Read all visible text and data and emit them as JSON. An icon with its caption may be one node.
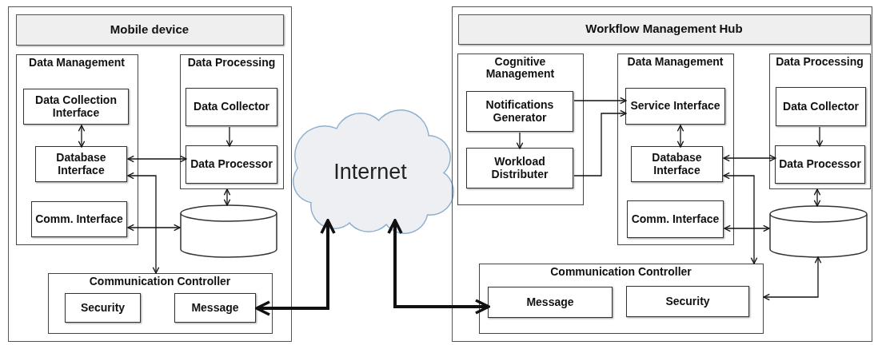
{
  "diagram": {
    "nodes": [
      {
        "text": [],
        "shape": "box"
      },
      {
        "text": [
          "Mobile device"
        ],
        "in": 0
      },
      {
        "text": [
          "Data Management"
        ],
        "in": 0
      },
      {
        "text": [
          "Data Collection Interface"
        ],
        "in": 2
      },
      {
        "text": [
          "Database Interface"
        ],
        "in": 2
      },
      {
        "text": [
          "Comm. Interface"
        ],
        "in": 2
      },
      {
        "text": [
          "Data Processing"
        ],
        "in": 0
      },
      {
        "text": [
          "Data Collector"
        ],
        "in": 6
      },
      {
        "text": [
          "Data Processor"
        ],
        "in": 6
      },
      {
        "text": [],
        "shape": "cylinder",
        "in": 0
      },
      {
        "text": [
          "Communication Controller"
        ],
        "in": 0
      },
      {
        "text": [
          "Security"
        ],
        "in": 10
      },
      {
        "text": [
          "Message"
        ],
        "in": 10
      },
      {
        "text": [
          "Internet"
        ]
      },
      {
        "text": [],
        "shape": "box"
      },
      {
        "text": [
          "Workflow Management Hub"
        ],
        "in": 14
      },
      {
        "text": [
          "Cognitive Management"
        ],
        "in": 14
      },
      {
        "text": [
          "Notifications Generator"
        ],
        "in": 16
      },
      {
        "text": [
          "Workload Distributer"
        ],
        "in": 16
      },
      {
        "text": [
          "Data Management"
        ],
        "in": 14
      },
      {
        "text": [
          "Service Interface"
        ],
        "in": 19
      },
      {
        "text": [
          "Database Interface"
        ],
        "in": 19
      },
      {
        "text": [
          "Comm. Interface"
        ],
        "in": 19
      },
      {
        "text": [
          "Data Processing"
        ],
        "in": 14
      },
      {
        "text": [
          "Data Collector"
        ],
        "in": 23
      },
      {
        "text": [
          "Data Processor"
        ],
        "in": 23
      },
      {
        "text": [],
        "shape": "cylinder",
        "in": 14
      },
      {
        "text": [
          "Communication Controller"
        ],
        "in": 14
      },
      {
        "text": [
          "Message"
        ],
        "in": 27
      },
      {
        "text": [
          "Security"
        ],
        "in": 27
      }
    ],
    "edges": [
      {
        "from": 3,
        "to": 4,
        "arrow": "both"
      },
      {
        "from": 4,
        "to": 8,
        "arrow": "both"
      },
      {
        "from": 4,
        "to": 10,
        "arrow": "both"
      },
      {
        "from": 5,
        "to": 9,
        "arrow": "both"
      },
      {
        "from": 7,
        "to": 8,
        "arrow": "to"
      },
      {
        "from": 6,
        "to": 9,
        "arrow": "both"
      },
      {
        "from": 12,
        "to": 13,
        "arrow": "both",
        "style": "thick"
      },
      {
        "from": 13,
        "to": 28,
        "arrow": "both",
        "style": "thick"
      },
      {
        "from": 17,
        "to": 20,
        "arrow": "to"
      },
      {
        "from": 18,
        "to": 20,
        "arrow": "to"
      },
      {
        "from": 17,
        "to": 18,
        "arrow": "to"
      },
      {
        "from": 20,
        "to": 21,
        "arrow": "both"
      },
      {
        "from": 21,
        "to": 25,
        "arrow": "both"
      },
      {
        "from": 21,
        "to": 27,
        "arrow": "both"
      },
      {
        "from": 22,
        "to": 26,
        "arrow": "both"
      },
      {
        "from": 24,
        "to": 25,
        "arrow": "to"
      },
      {
        "from": 23,
        "to": 26,
        "arrow": "both"
      },
      {
        "from": 26,
        "to": 27,
        "arrow": "both"
      }
    ]
  }
}
